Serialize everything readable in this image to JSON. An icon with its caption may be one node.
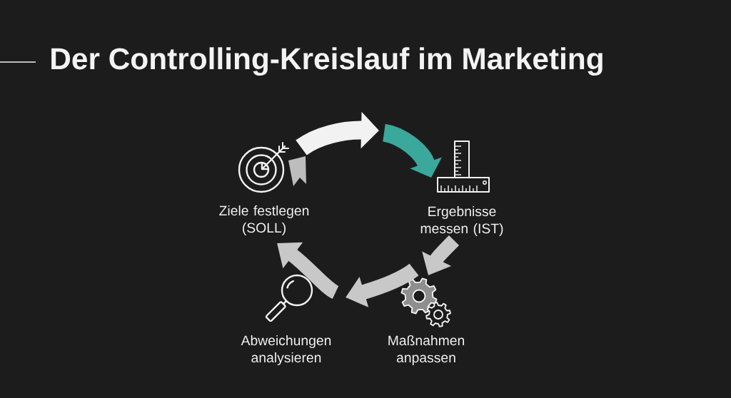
{
  "diagram": {
    "title": "Der Controlling-Kreislauf im Marketing",
    "nodes": [
      {
        "text": [
          "Ziele festlegen (SOLL)"
        ]
      },
      {
        "text": [
          "Ergebnisse messen (IST)"
        ]
      },
      {
        "text": [
          "Maßnahmen anpassen"
        ]
      },
      {
        "text": [
          "Abweichungen analysieren"
        ]
      }
    ],
    "edges": [
      {
        "from": 0,
        "to": null,
        "arrow": "to",
        "color": "#f2f2f2"
      },
      {
        "from": null,
        "to": 1,
        "arrow": "to",
        "color": "#3aa89b"
      },
      {
        "from": 1,
        "to": 2,
        "arrow": "to"
      },
      {
        "from": 2,
        "to": 3,
        "arrow": "to"
      },
      {
        "from": 3,
        "to": 0,
        "arrow": "to"
      }
    ]
  }
}
